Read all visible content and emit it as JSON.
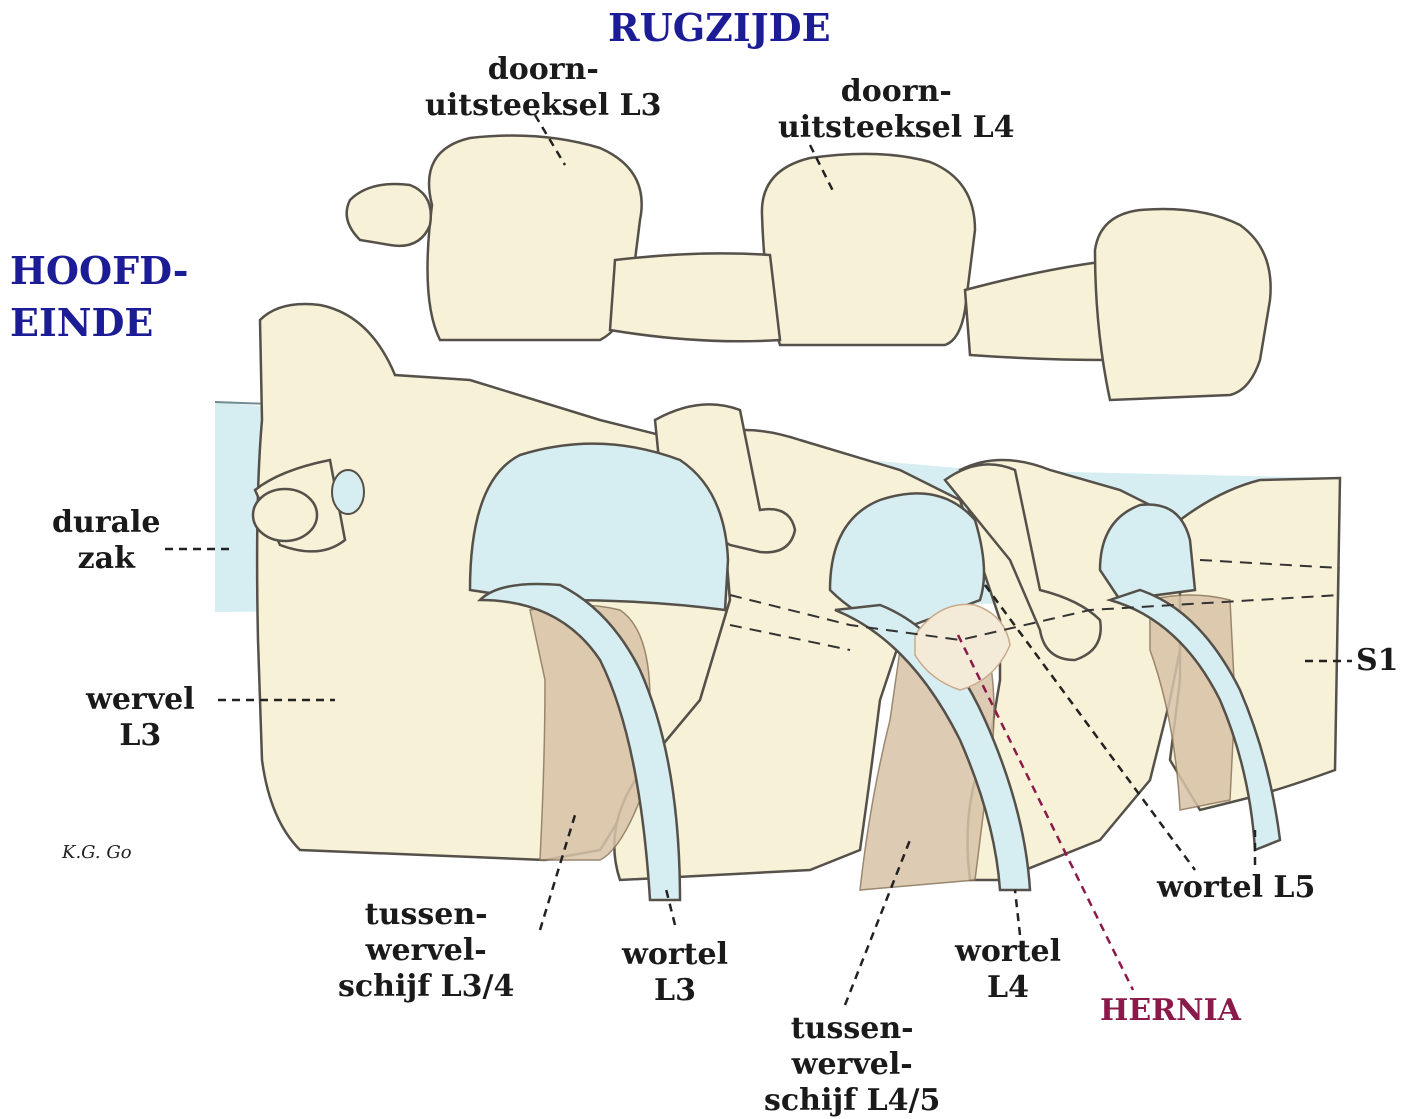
{
  "orientation": {
    "top": "RUGZIJDE",
    "left_line1": "HOOFD-",
    "left_line2": "EINDE"
  },
  "labels": {
    "spinous_l3": [
      "doorn-",
      "uitsteeksel L3"
    ],
    "spinous_l4": [
      "doorn-",
      "uitsteeksel L4"
    ],
    "dural_sac": [
      "durale",
      "zak"
    ],
    "vertebra_l3": [
      "wervel",
      "L3"
    ],
    "disc_l34": [
      "tussen-",
      "wervel-",
      "schijf L3/4"
    ],
    "root_l3": [
      "wortel",
      "L3"
    ],
    "disc_l45": [
      "tussen-",
      "wervel-",
      "schijf L4/5"
    ],
    "root_l4": [
      "wortel",
      "L4"
    ],
    "hernia": "HERNIA",
    "root_l5": "wortel L5",
    "s1": "S1"
  },
  "signature": "K.G. Go",
  "colors": {
    "bone": "#f6f1d7",
    "outline": "#55514a",
    "dura": "#d6eef1",
    "disc": "#d9c3a8",
    "hernia": "#f3ead8",
    "title_blue": "#1c1c96",
    "hernia_label": "#8b1a4a"
  }
}
